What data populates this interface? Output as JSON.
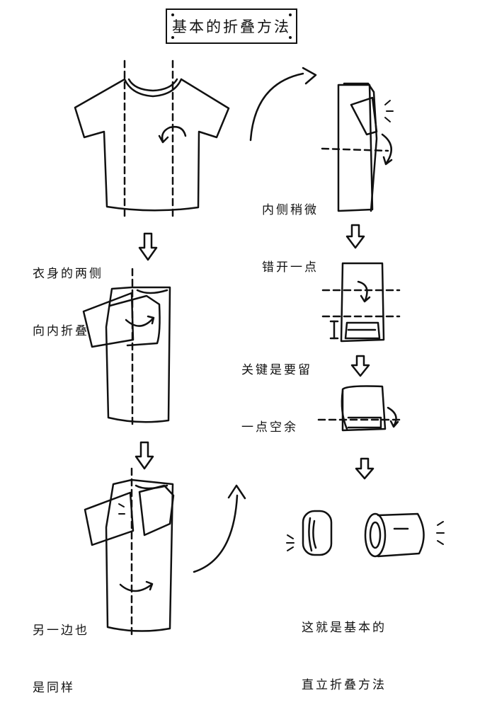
{
  "title": "基本的折叠方法",
  "steps": {
    "fold_sides": {
      "line1": "衣身的两侧",
      "line2": "向内折叠"
    },
    "other_side": {
      "line1": "另一边也",
      "line2": "是同样"
    },
    "offset": {
      "line1": "内侧稍微",
      "line2": "错开一点"
    },
    "leave_space": {
      "line1": "关键是要留",
      "line2": "一点空余"
    },
    "result": {
      "line1": "这就是基本的",
      "line2": "直立折叠方法"
    }
  },
  "icons": [
    "shirt-icon",
    "arrow-down-icon",
    "curved-arrow-icon",
    "rolled-shirt-icon"
  ]
}
